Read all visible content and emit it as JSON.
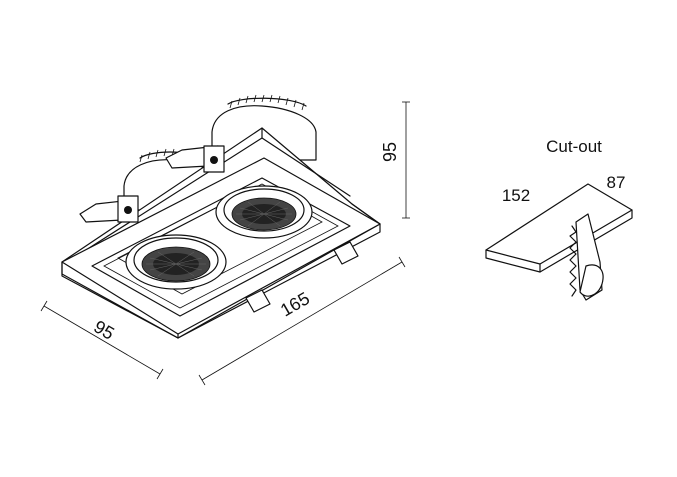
{
  "dimensions": {
    "depth_label": "95",
    "width_label": "95",
    "length_label": "165"
  },
  "cutout": {
    "title": "Cut-out",
    "length_label": "152",
    "width_label": "87"
  },
  "colors": {
    "line": "#111111",
    "background": "#ffffff"
  }
}
